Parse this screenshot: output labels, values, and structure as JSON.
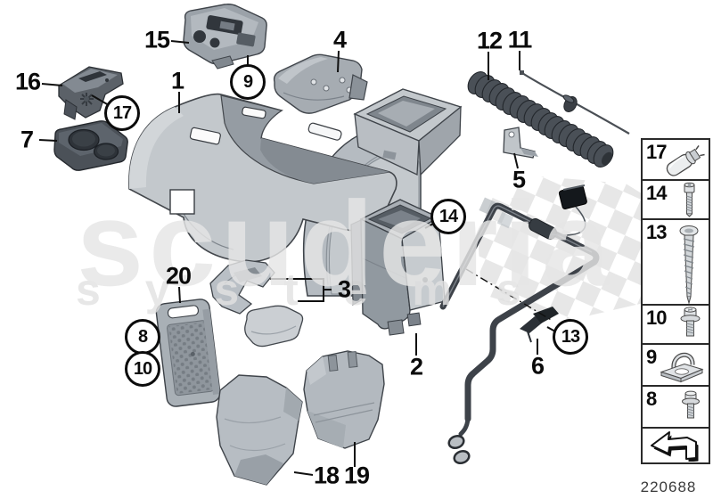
{
  "watermark": {
    "line1": "scuderia",
    "line2": "s y s t e m s"
  },
  "footer": {
    "diagram_number": "220688"
  },
  "callouts": {
    "plain": [
      {
        "label": "16"
      },
      {
        "label": "7"
      },
      {
        "label": "15"
      },
      {
        "label": "1"
      },
      {
        "label": "4"
      },
      {
        "label": "12"
      },
      {
        "label": "11"
      },
      {
        "label": "5"
      },
      {
        "label": "20"
      },
      {
        "label": "3"
      },
      {
        "label": "2"
      },
      {
        "label": "6"
      },
      {
        "label": "18"
      },
      {
        "label": "19"
      }
    ],
    "circled": [
      {
        "label": "17"
      },
      {
        "label": "9"
      },
      {
        "label": "14"
      },
      {
        "label": "13"
      },
      {
        "label": "8"
      },
      {
        "label": "10"
      }
    ]
  },
  "sidebar": {
    "items": [
      {
        "label": "17",
        "icon": "damper-icon"
      },
      {
        "label": "14",
        "icon": "machine-screw-icon"
      },
      {
        "label": "13",
        "icon": "tapping-screw-icon"
      },
      {
        "label": "10",
        "icon": "flange-bolt-icon"
      },
      {
        "label": "9",
        "icon": "cage-nut-icon"
      },
      {
        "label": "8",
        "icon": "flange-bolt-small-icon"
      }
    ]
  },
  "colors": {
    "background": "#ffffff",
    "part_light": "#c3c8cc",
    "part_mid": "#a8aeb4",
    "part_dark": "#4a5057",
    "outline": "#3f444a",
    "annotation": "#0b0b0b",
    "watermark": "#e6e6e6",
    "checker": "#e7e7e7"
  }
}
